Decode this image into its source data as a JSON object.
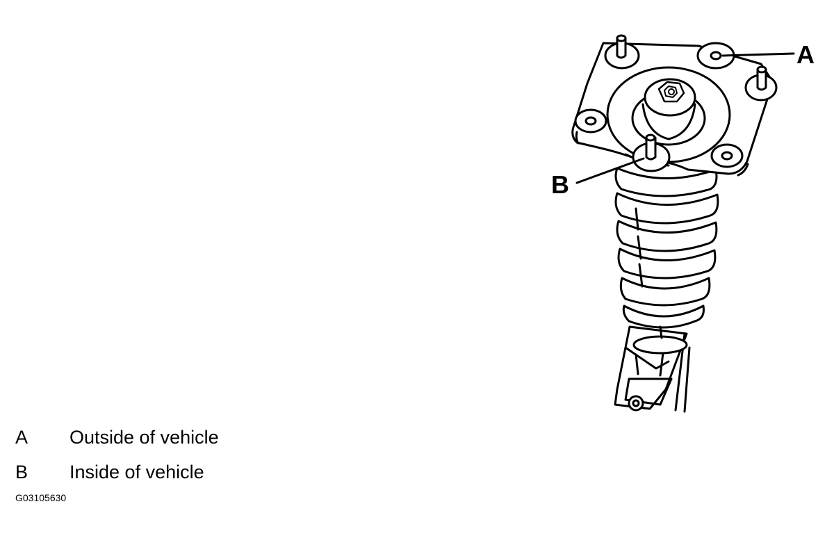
{
  "callouts": [
    {
      "letter": "A"
    },
    {
      "letter": "B"
    }
  ],
  "legend": [
    {
      "key": "A",
      "text": "Outside of vehicle"
    },
    {
      "key": "B",
      "text": "Inside of vehicle"
    }
  ],
  "figure_id": "G03105630",
  "colors": {
    "ink": "#000000",
    "background": "#ffffff"
  }
}
